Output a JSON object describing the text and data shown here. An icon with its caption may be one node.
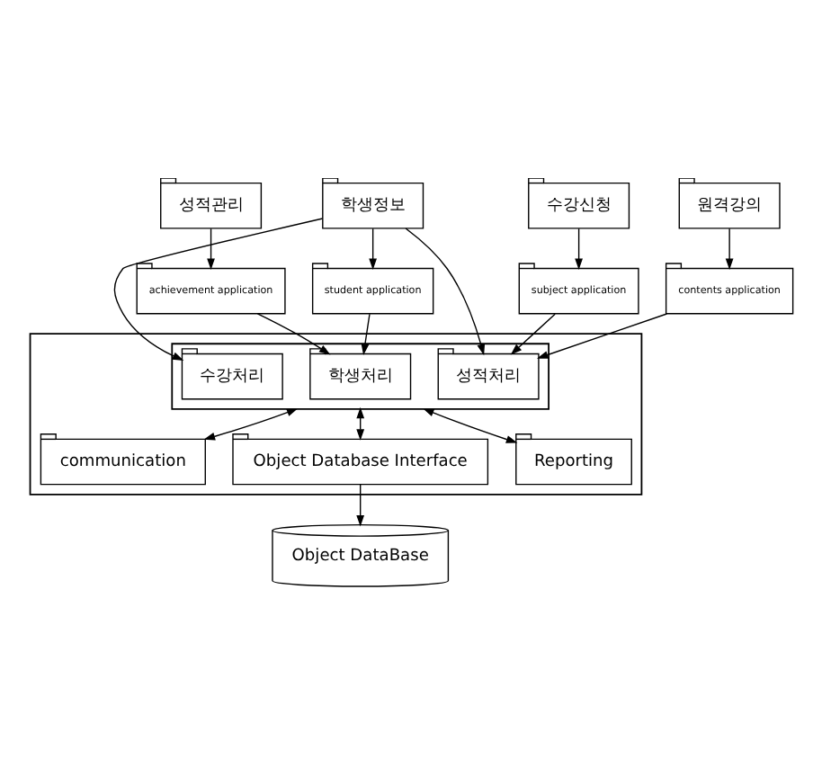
{
  "diagram": {
    "nodes": [
      {
        "text": [
          "학생정보"
        ]
      },
      {
        "text": [
          "수강신청"
        ]
      },
      {
        "text": [
          "원격강의"
        ]
      },
      {
        "text": [
          "성적관리"
        ]
      },
      {
        "text": [
          "student application"
        ]
      },
      {
        "text": [
          "subject application"
        ]
      },
      {
        "text": [
          "contents application"
        ]
      },
      {
        "text": [
          "achievement application"
        ]
      },
      {
        "text": [],
        "shape": "box"
      },
      {
        "text": [],
        "shape": "box",
        "in": 8
      },
      {
        "text": [
          "학생처리"
        ],
        "in": 9
      },
      {
        "text": [
          "수강처리"
        ],
        "in": 9
      },
      {
        "text": [
          "성적처리"
        ],
        "in": 9
      },
      {
        "text": [
          "communication"
        ],
        "in": 8
      },
      {
        "text": [
          "Object Database Interface"
        ],
        "in": 8
      },
      {
        "text": [
          "Reporting"
        ],
        "in": 8
      },
      {
        "text": [
          "Object DataBase"
        ]
      }
    ],
    "edges": [
      {
        "from": 0,
        "to": 4,
        "arrow": "to"
      },
      {
        "from": 1,
        "to": 5,
        "arrow": "to"
      },
      {
        "from": 2,
        "to": 6,
        "arrow": "to"
      },
      {
        "from": 3,
        "to": 7,
        "arrow": "to"
      },
      {
        "from": 0,
        "to": 11,
        "arrow": "to"
      },
      {
        "from": 0,
        "to": 12,
        "arrow": "to"
      },
      {
        "from": 4,
        "to": 10,
        "arrow": "to"
      },
      {
        "from": 5,
        "to": 12,
        "arrow": "to"
      },
      {
        "from": 6,
        "to": 12,
        "arrow": "to"
      },
      {
        "from": 7,
        "to": 10,
        "arrow": "to"
      },
      {
        "from": 9,
        "to": 13,
        "arrow": "both"
      },
      {
        "from": 9,
        "to": 14,
        "arrow": "both"
      },
      {
        "from": 9,
        "to": 15,
        "arrow": "both"
      },
      {
        "from": 14,
        "to": 16,
        "arrow": "to"
      }
    ]
  }
}
